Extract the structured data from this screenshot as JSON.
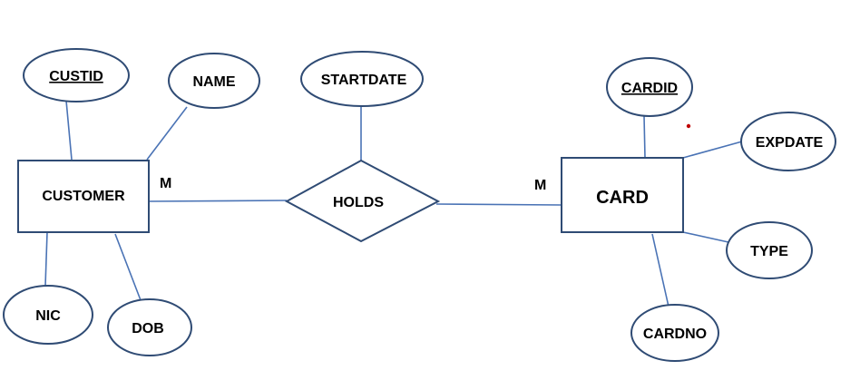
{
  "entities": {
    "customer": "CUSTOMER",
    "card": "CARD"
  },
  "relationship": {
    "name": "HOLDS",
    "attribute": "STARTDATE"
  },
  "customer_attributes": {
    "custid": "CUSTID",
    "name": "NAME",
    "nic": "NIC",
    "dob": "DOB"
  },
  "card_attributes": {
    "cardid": "CARDID",
    "expdate": "EXPDATE",
    "type": "TYPE",
    "cardno": "CARDNO"
  },
  "cardinality": {
    "customer_side": "M",
    "card_side": "M"
  },
  "colors": {
    "shape_stroke": "#2f4b74",
    "connector": "#4a73b5",
    "dot": "#c00000"
  }
}
